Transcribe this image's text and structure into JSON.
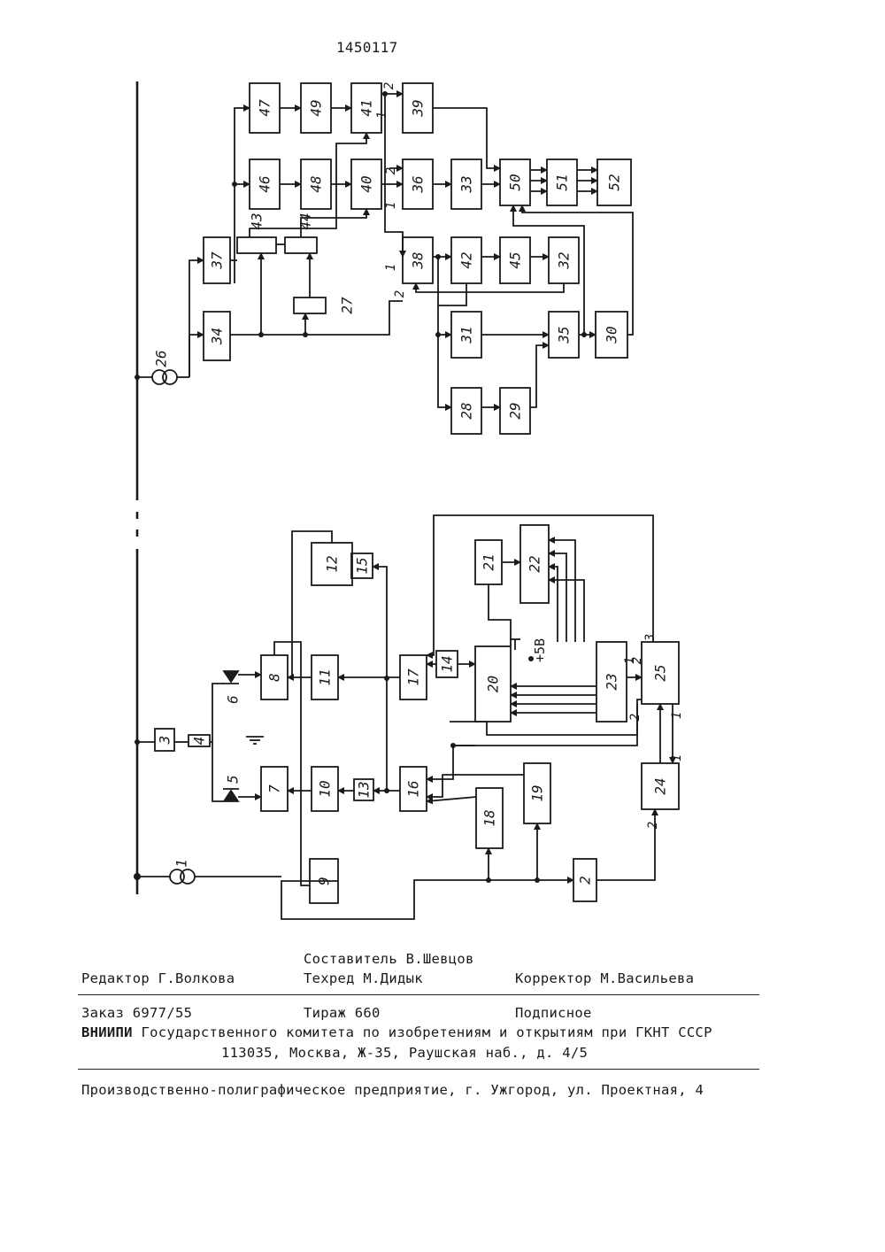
{
  "header": {
    "patent_number": "1450117"
  },
  "diagram": {
    "block_labels": {
      "b1": "1",
      "b2": "2",
      "b3": "3",
      "b4": "4",
      "b5": "5",
      "b6": "6",
      "b7": "7",
      "b8": "8",
      "b9": "9",
      "b10": "10",
      "b11": "11",
      "b12": "12",
      "b13": "13",
      "b14": "14",
      "b15": "15",
      "b16": "16",
      "b17": "17",
      "b18": "18",
      "b19": "19",
      "b20": "20",
      "b21": "21",
      "b22": "22",
      "b23": "23",
      "b24": "24",
      "b25": "25",
      "b26": "26",
      "b27": "27",
      "b28": "28",
      "b29": "29",
      "b30": "30",
      "b31": "31",
      "b32": "32",
      "b33": "33",
      "b34": "34",
      "b35": "35",
      "b36": "36",
      "b37": "37",
      "b38": "38",
      "b39": "39",
      "b40": "40",
      "b41": "41",
      "b42": "42",
      "b43": "43",
      "b44": "44",
      "b45": "45",
      "b46": "46",
      "b47": "47",
      "b48": "48",
      "b49": "49",
      "b50": "50",
      "b51": "51",
      "b52": "52"
    },
    "supply_label": "+5В",
    "port_labels": {
      "one": "1",
      "two": "2",
      "three": "3"
    }
  },
  "footer": {
    "compiler": "Составитель В.Шевцов",
    "editor": "Редактор Г.Волкова",
    "techred": "Техред   М.Дидык",
    "corrector": "Корректор М.Васильева",
    "order": "Заказ 6977/55",
    "circulation": "Тираж 660",
    "subscription": "Подписное",
    "org_short": "ВНИИПИ",
    "org_full": "Государственного комитета по изобретениям и открытиям при ГКНТ СССР",
    "address": "113035, Москва, Ж-35, Раушская наб., д. 4/5",
    "printing": "Производственно-полиграфическое предприятие, г. Ужгород, ул. Проектная, 4"
  }
}
